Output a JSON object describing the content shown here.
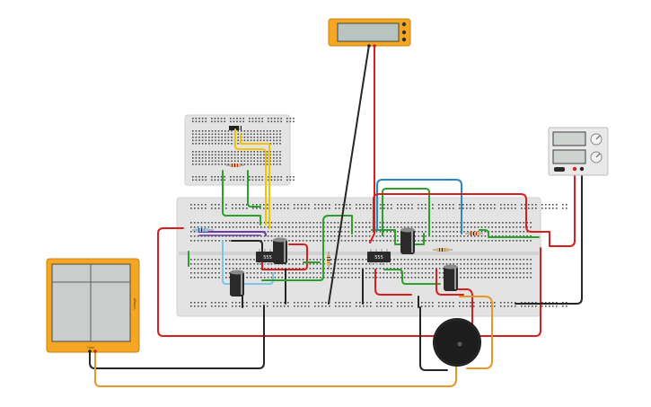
{
  "chips": {
    "left_label": "555",
    "right_label": "555"
  },
  "oscilloscope": {
    "time_label": "Time",
    "voltage_label": "Voltage"
  },
  "colors": {
    "board": "#e3e3e3",
    "board_hole": "#3a3a3a",
    "wire_red": "#d71f1f",
    "wire_black": "#262626",
    "wire_green": "#2aa12a",
    "wire_blue": "#2d86c9",
    "wire_yellow": "#f2c500",
    "wire_purple": "#6a3aa6",
    "wire_orange": "#e8952a",
    "wire_lightblue": "#7fc3ea",
    "instrument_yellow": "#f5a623"
  }
}
